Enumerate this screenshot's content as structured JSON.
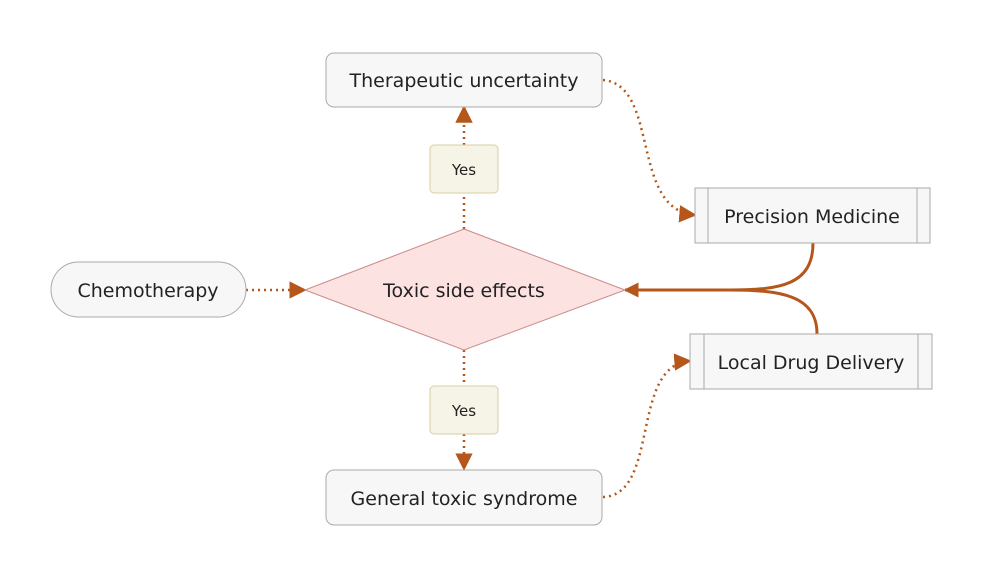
{
  "diagram": {
    "colors": {
      "edge": "#b5561a",
      "node_fill": "#f7f7f7",
      "node_stroke": "#aaaaaa",
      "decision_fill": "#fde2e2",
      "decision_stroke": "#c98a8a",
      "edge_label_fill": "#f6f4e6",
      "edge_label_stroke": "#d8cfa0",
      "text": "#222222"
    },
    "nodes": {
      "chemotherapy": "Chemotherapy",
      "toxic_side_effects": "Toxic side effects",
      "therapeutic_uncertainty": "Therapeutic uncertainty",
      "general_toxic_syndrome": "General toxic syndrome",
      "precision_medicine": "Precision Medicine",
      "local_drug_delivery": "Local Drug Delivery"
    },
    "edge_labels": {
      "yes_top": "Yes",
      "yes_bottom": "Yes"
    }
  }
}
